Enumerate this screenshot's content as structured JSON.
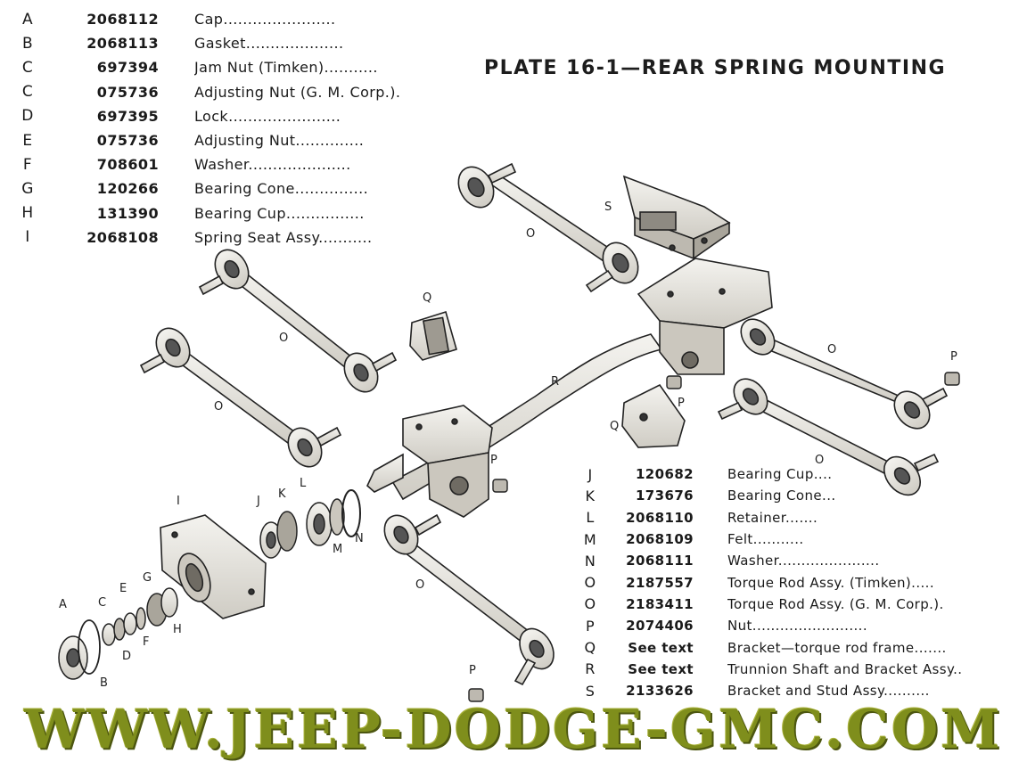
{
  "plate_title": "PLATE 16-1—REAR SPRING MOUNTING",
  "parts_top": [
    {
      "key": "A",
      "number": "2068112",
      "desc": "Cap......................."
    },
    {
      "key": "B",
      "number": "2068113",
      "desc": "Gasket...................."
    },
    {
      "key": "C",
      "number": "697394",
      "desc": "Jam Nut (Timken)..........."
    },
    {
      "key": "C",
      "number": "075736",
      "desc": "Adjusting Nut (G. M. Corp.)."
    },
    {
      "key": "D",
      "number": "697395",
      "desc": "Lock......................."
    },
    {
      "key": "E",
      "number": "075736",
      "desc": "Adjusting Nut.............."
    },
    {
      "key": "F",
      "number": "708601",
      "desc": "Washer....................."
    },
    {
      "key": "G",
      "number": "120266",
      "desc": "Bearing Cone..............."
    },
    {
      "key": "H",
      "number": "131390",
      "desc": "Bearing Cup................"
    },
    {
      "key": "I",
      "number": "2068108",
      "desc": "Spring Seat Assy..........."
    }
  ],
  "parts_bottom": [
    {
      "key": "J",
      "number": "120682",
      "desc": "Bearing Cup...."
    },
    {
      "key": "K",
      "number": "173676",
      "desc": "Bearing Cone..."
    },
    {
      "key": "L",
      "number": "2068110",
      "desc": "Retainer......."
    },
    {
      "key": "M",
      "number": "2068109",
      "desc": "Felt..........."
    },
    {
      "key": "N",
      "number": "2068111",
      "desc": "Washer......................"
    },
    {
      "key": "O",
      "number": "2187557",
      "desc": "Torque Rod Assy. (Timken)....."
    },
    {
      "key": "O",
      "number": "2183411",
      "desc": "Torque Rod Assy. (G. M. Corp.)."
    },
    {
      "key": "P",
      "number": "2074406",
      "desc": "Nut........................."
    },
    {
      "key": "Q",
      "number": "See text",
      "desc": "Bracket—torque rod frame......."
    },
    {
      "key": "R",
      "number": "See text",
      "desc": "Trunnion Shaft and Bracket Assy.."
    },
    {
      "key": "S",
      "number": "2133626",
      "desc": "Bracket and Stud Assy.........."
    }
  ],
  "callouts": {
    "A": "A",
    "B": "B",
    "C": "C",
    "D": "D",
    "E": "E",
    "F": "F",
    "G": "G",
    "H": "H",
    "I": "I",
    "J": "J",
    "K": "K",
    "L": "L",
    "M": "M",
    "N": "N",
    "O": "O",
    "P": "P",
    "Q": "Q",
    "R": "R",
    "S": "S"
  },
  "watermark": "WWW.JEEP-DODGE-GMC.COM",
  "colors": {
    "ink": "#1a1a1a",
    "watermark": "#7f8e1c",
    "part_fill": "#e8e6e0"
  }
}
